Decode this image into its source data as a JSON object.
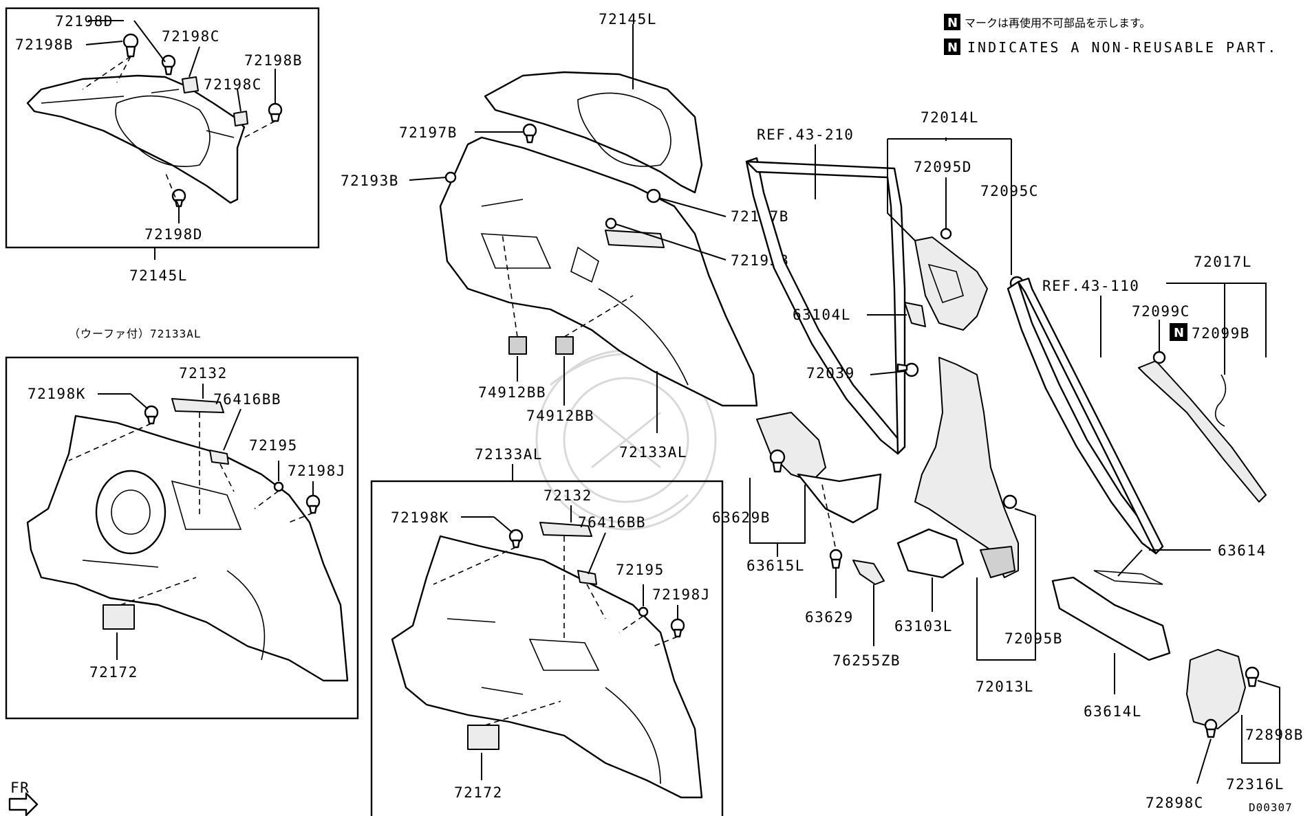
{
  "legend": {
    "marker": "N",
    "note_jp": "マークは再使用不可部品を示します。",
    "note_en": "INDICATES A NON-REUSABLE PART."
  },
  "diagram_code": "D00307",
  "direction": {
    "label": "FR"
  },
  "labels": {
    "upper_left": {
      "p72198D_a": "72198D",
      "p72198B_a": "72198B",
      "p72198C_a": "72198C",
      "p72198B_b": "72198B",
      "p72198C_b": "72198C",
      "p72198D_b": "72198D",
      "p72145L": "72145L"
    },
    "lower_left": {
      "title": "（ウーファ付）72133AL",
      "p72132": "72132",
      "p72198K": "72198K",
      "p76416BB": "76416BB",
      "p72195": "72195",
      "p72198J": "72198J",
      "p72172": "72172"
    },
    "center": {
      "p72145L": "72145L",
      "p72197B_a": "72197B",
      "p72193B_a": "72193B",
      "p72197B_b": "72197B",
      "p72193B_b": "72193B",
      "p74912BB_a": "74912BB",
      "p74912BB_b": "74912BB",
      "p72133AL": "72133AL"
    },
    "lower_center": {
      "p72133AL": "72133AL",
      "p72132": "72132",
      "p72198K": "72198K",
      "p76416BB": "76416BB",
      "p72195": "72195",
      "p72198J": "72198J",
      "p72172": "72172"
    },
    "right": {
      "ref1": "REF.43-210",
      "p72014L": "72014L",
      "p72095D": "72095D",
      "p72095C": "72095C",
      "p63104L": "63104L",
      "p72039": "72039",
      "p63629B": "63629B",
      "p63615L": "63615L",
      "p63629": "63629",
      "p76255ZB": "76255ZB",
      "p63103L": "63103L",
      "p72095B": "72095B",
      "p72013L": "72013L",
      "ref2": "REF.43-110",
      "p72017L": "72017L",
      "p72099C": "72099C",
      "p72099B": "72099B",
      "p63614": "63614",
      "p63614L": "63614L",
      "p72898B": "72898B",
      "p72316L": "72316L",
      "p72898C": "72898C"
    }
  }
}
